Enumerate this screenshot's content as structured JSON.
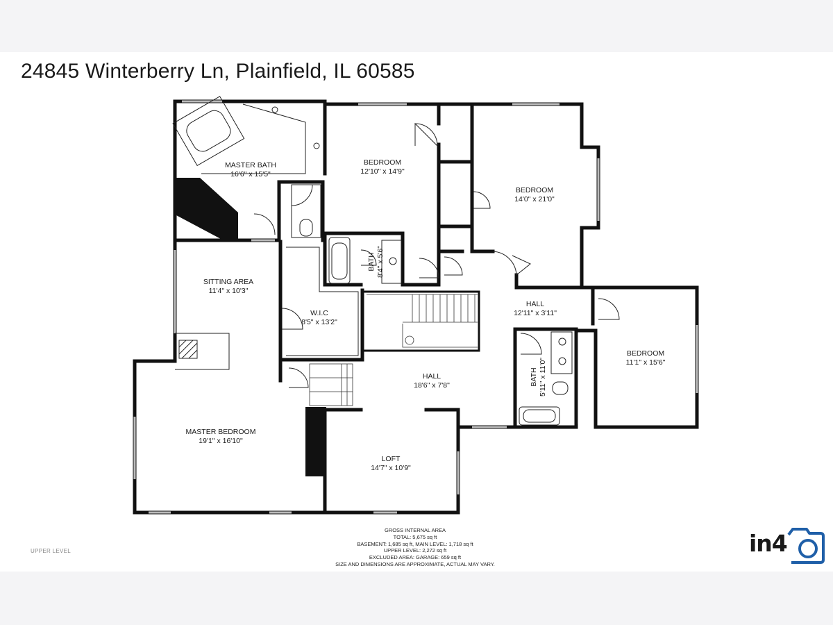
{
  "title": "24845 Winterberry Ln, Plainfield, IL 60585",
  "level_label": "UPPER LEVEL",
  "rooms": {
    "master_bath": {
      "name": "MASTER BATH",
      "dims": "16'6\" x 15'5\""
    },
    "bedroom_1": {
      "name": "BEDROOM",
      "dims": "12'10\" x 14'9\""
    },
    "bedroom_2": {
      "name": "BEDROOM",
      "dims": "14'0\" x 21'0\""
    },
    "bath_1": {
      "name": "BATH",
      "dims": "8'4\" x 5'6\""
    },
    "sitting_area": {
      "name": "SITTING AREA",
      "dims": "11'4\" x 10'3\""
    },
    "wic": {
      "name": "W.I.C",
      "dims": "8'5\" x 13'2\""
    },
    "hall_upper": {
      "name": "HALL",
      "dims": "12'11\" x 3'11\""
    },
    "bedroom_3": {
      "name": "BEDROOM",
      "dims": "11'1\" x 15'6\""
    },
    "bath_2": {
      "name": "BATH",
      "dims": "5'11\" x 11'0\""
    },
    "hall_main": {
      "name": "HALL",
      "dims": "18'6\" x 7'8\""
    },
    "master_bedroom": {
      "name": "MASTER BEDROOM",
      "dims": "19'1\" x 16'10\""
    },
    "loft": {
      "name": "LOFT",
      "dims": "14'7\" x 10'9\""
    }
  },
  "area": {
    "heading": "GROSS INTERNAL AREA",
    "total": "TOTAL: 5,675 sq ft",
    "basement_main": "BASEMENT: 1,685 sq ft, MAIN LEVEL: 1,718 sq ft",
    "upper": "UPPER LEVEL: 2,272 sq ft",
    "excluded": "EXCLUDED AREA: GARAGE: 659 sq ft",
    "disclaimer": "SIZE AND DIMENSIONS ARE APPROXIMATE, ACTUAL MAY VARY."
  },
  "logo": {
    "text": "in4",
    "icon": "camera-logo-icon",
    "color": "#1f5fa8"
  },
  "colors": {
    "wall": "#111111",
    "window": "#bbbbbb",
    "background": "#ffffff"
  }
}
